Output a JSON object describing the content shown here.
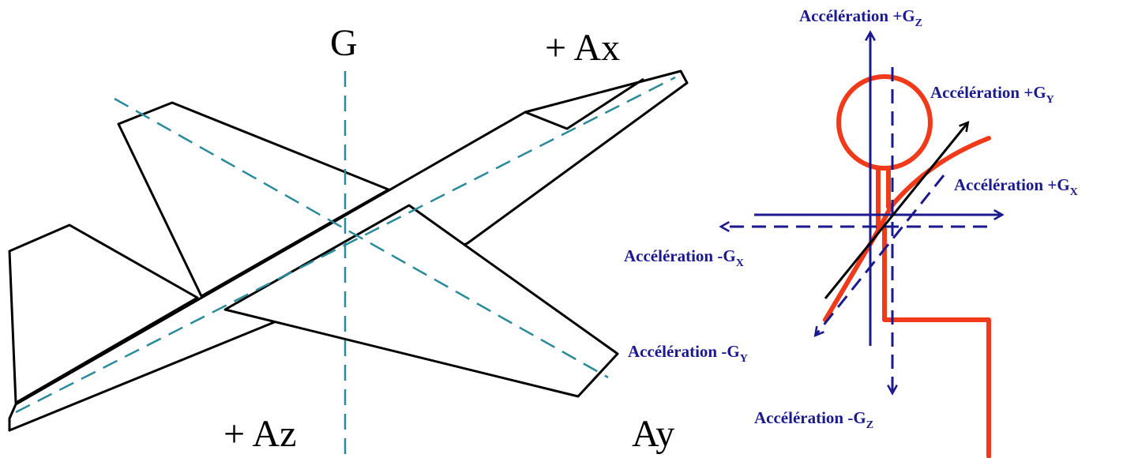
{
  "airplane": {
    "labels": {
      "g": "G",
      "ax": "+ Ax",
      "az": "+ Az",
      "ay": "Ay"
    }
  },
  "vectors": {
    "gz_pos": {
      "text": "Accélération +G",
      "sub": "Z"
    },
    "gy_pos": {
      "text": "Accélération +G",
      "sub": "Y"
    },
    "gx_pos": {
      "text": "Accélération +G",
      "sub": "X"
    },
    "gx_neg": {
      "text": "Accélération -G",
      "sub": "X"
    },
    "gy_neg": {
      "text": "Accélération -G",
      "sub": "Y"
    },
    "gz_neg": {
      "text": "Accélération -G",
      "sub": "Z"
    }
  },
  "colors": {
    "outline": "#000000",
    "dashed_axes": "#2a8a9a",
    "vector_blue": "#1a1a8c",
    "highlight_red": "#f03a1a"
  }
}
